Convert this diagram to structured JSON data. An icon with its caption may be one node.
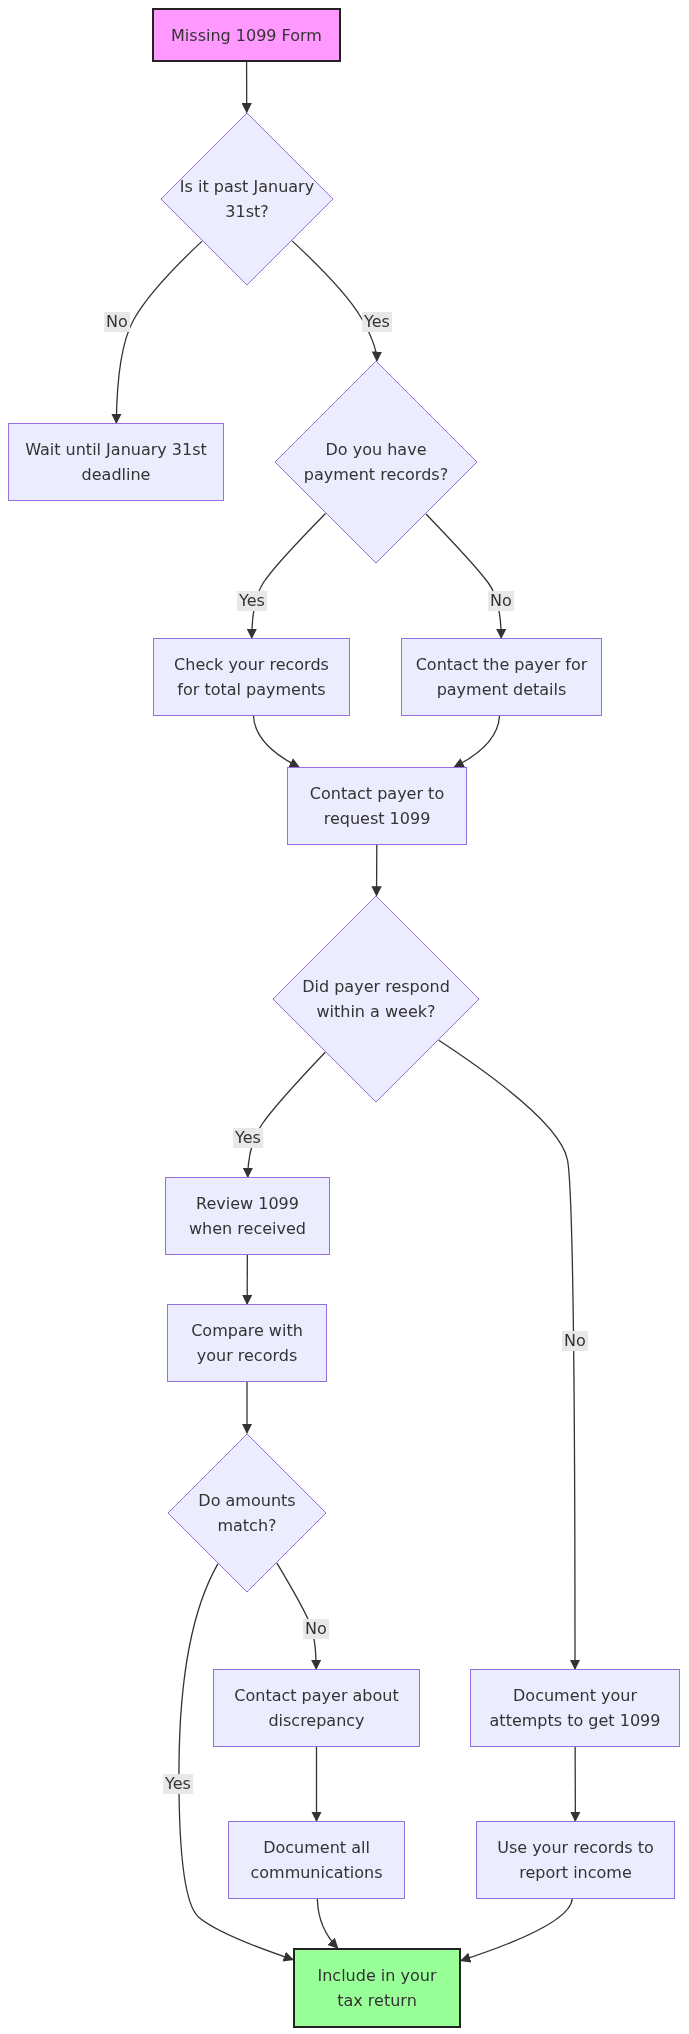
{
  "diagram": {
    "nodes": [
      {
        "text": [
          "Missing 1099 Form"
        ]
      },
      {
        "text": [
          "Is it past January 31st?"
        ]
      },
      {
        "text": [
          "Wait until January 31st deadline"
        ]
      },
      {
        "text": [
          "Do you have payment records?"
        ]
      },
      {
        "text": [
          "Check your records for total payments"
        ]
      },
      {
        "text": [
          "Contact the payer for payment details"
        ]
      },
      {
        "text": [
          "Contact payer to request 1099"
        ]
      },
      {
        "text": [
          "Did payer respond within a week?"
        ]
      },
      {
        "text": [
          "Review 1099 when received"
        ]
      },
      {
        "text": [
          "Compare with your records"
        ]
      },
      {
        "text": [
          "Do amounts match?"
        ]
      },
      {
        "text": [
          "Contact payer about discrepancy"
        ]
      },
      {
        "text": [
          "Document your attempts to get 1099"
        ]
      },
      {
        "text": [
          "Document all communications"
        ]
      },
      {
        "text": [
          "Use your records to report income"
        ]
      },
      {
        "text": [
          "Include in your tax return"
        ]
      }
    ],
    "edges": [
      {
        "from": 0,
        "to": 1,
        "arrow": "to"
      },
      {
        "from": 1,
        "to": 2,
        "arrow": "to",
        "label": "No"
      },
      {
        "from": 1,
        "to": 3,
        "arrow": "to",
        "label": "Yes"
      },
      {
        "from": 3,
        "to": 4,
        "arrow": "to",
        "label": "Yes"
      },
      {
        "from": 3,
        "to": 5,
        "arrow": "to",
        "label": "No"
      },
      {
        "from": 4,
        "to": 6,
        "arrow": "to"
      },
      {
        "from": 5,
        "to": 6,
        "arrow": "to"
      },
      {
        "from": 6,
        "to": 7,
        "arrow": "to"
      },
      {
        "from": 7,
        "to": 8,
        "arrow": "to",
        "label": "Yes"
      },
      {
        "from": 7,
        "to": 12,
        "arrow": "to",
        "label": "No"
      },
      {
        "from": 8,
        "to": 9,
        "arrow": "to"
      },
      {
        "from": 9,
        "to": 10,
        "arrow": "to"
      },
      {
        "from": 10,
        "to": 15,
        "arrow": "to",
        "label": "Yes"
      },
      {
        "from": 10,
        "to": 11,
        "arrow": "to",
        "label": "No"
      },
      {
        "from": 11,
        "to": 13,
        "arrow": "to"
      },
      {
        "from": 12,
        "to": 14,
        "arrow": "to"
      },
      {
        "from": 13,
        "to": 15,
        "arrow": "to"
      },
      {
        "from": 14,
        "to": 15,
        "arrow": "to"
      }
    ]
  }
}
